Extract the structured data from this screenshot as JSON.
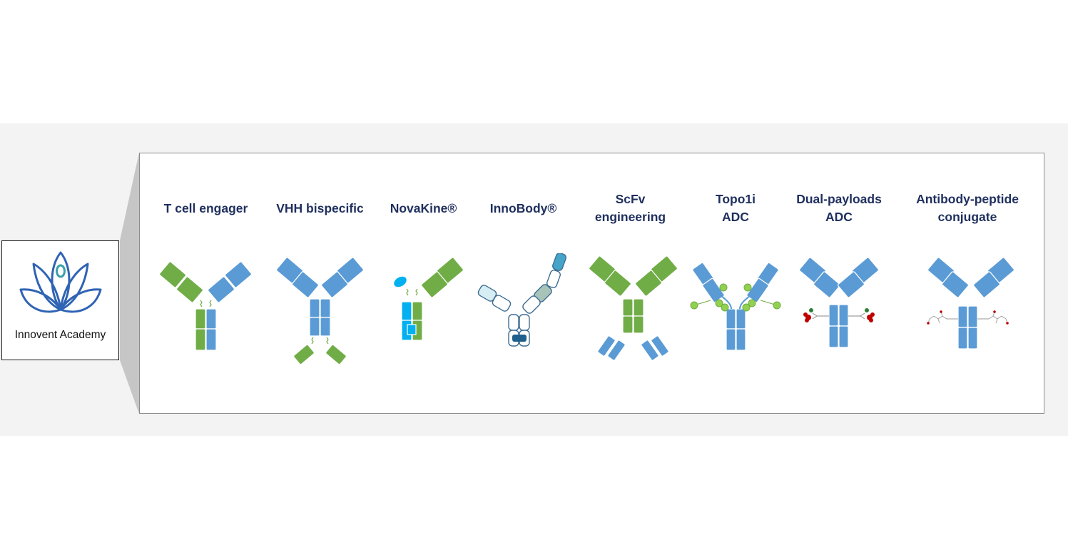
{
  "logo": {
    "name": "Innovent Academy",
    "icon": "lotus-logo-icon",
    "color": "#2f63b4",
    "accent": "#3aa0a8"
  },
  "colors": {
    "blue": "#5b9bd5",
    "green": "#70ad47",
    "cyan": "#00b0f0",
    "title": "#1f2f5e",
    "panel_border": "#8c8c8c",
    "band": "#f3f3f3"
  },
  "platforms": [
    {
      "title_lines": [
        "T cell engager"
      ],
      "icon": "t-cell-engager-antibody-icon"
    },
    {
      "title_lines": [
        "VHH bispecific"
      ],
      "icon": "vhh-bispecific-antibody-icon"
    },
    {
      "title_lines": [
        "NovaKine®"
      ],
      "icon": "novakine-antibody-icon"
    },
    {
      "title_lines": [
        "InnoBody®"
      ],
      "icon": "innobody-antibody-icon"
    },
    {
      "title_lines": [
        "ScFv",
        "engineering"
      ],
      "icon": "scfv-engineering-antibody-icon"
    },
    {
      "title_lines": [
        "Topo1i",
        "ADC"
      ],
      "icon": "topo1i-adc-antibody-icon"
    },
    {
      "title_lines": [
        "Dual-payloads",
        "ADC"
      ],
      "icon": "dual-payloads-adc-antibody-icon"
    },
    {
      "title_lines": [
        "Antibody-peptide",
        "conjugate"
      ],
      "icon": "antibody-peptide-conjugate-icon"
    }
  ]
}
